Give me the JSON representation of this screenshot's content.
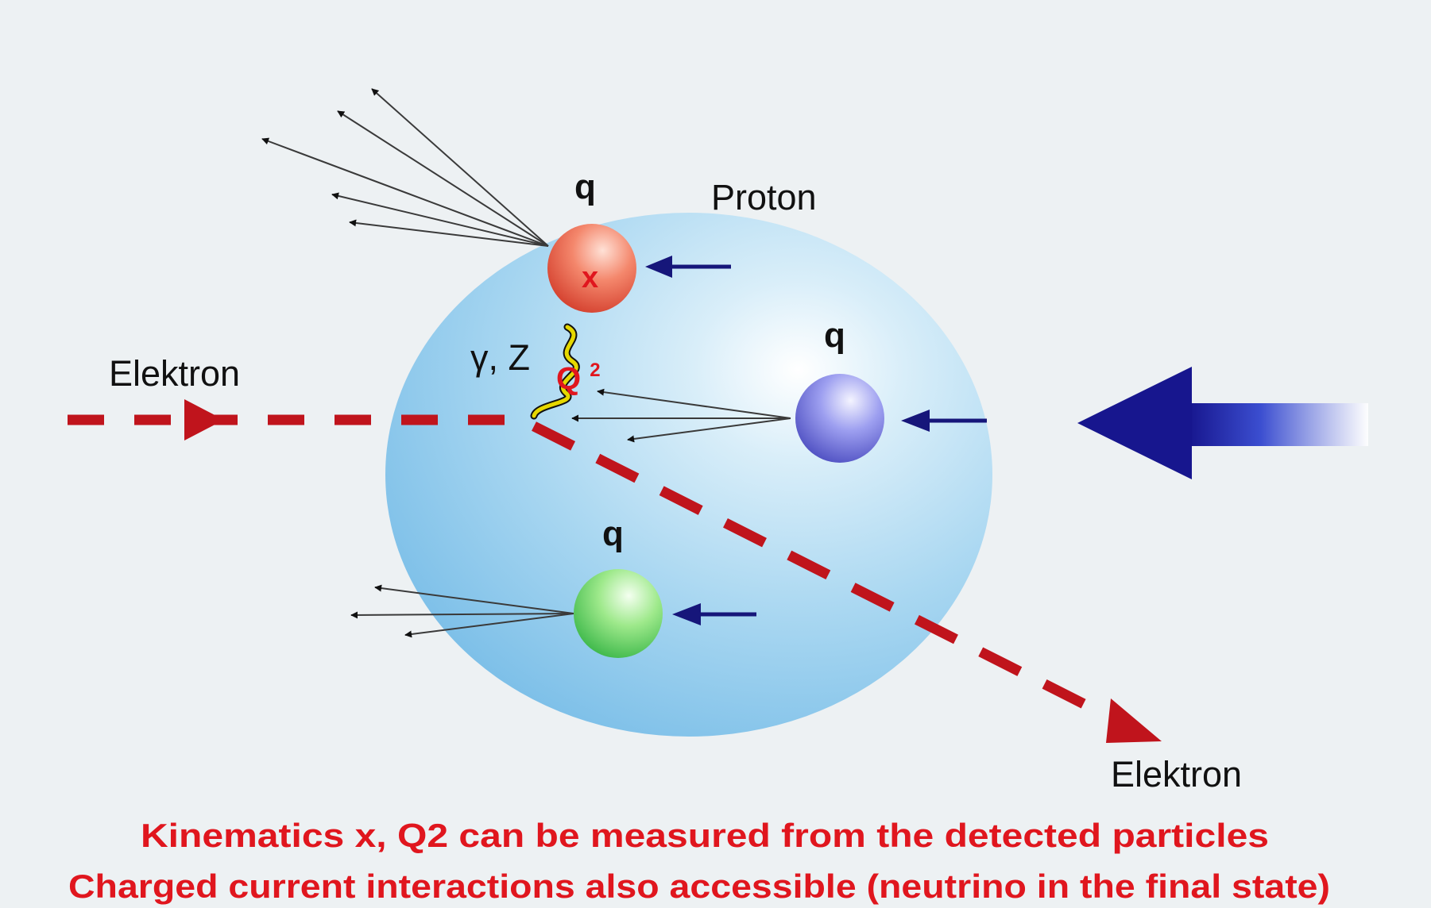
{
  "colors": {
    "background": "#edf1f3",
    "electron_path": "#c0141c",
    "caption_text": "#e0161e",
    "quark_arrow": "#16167a",
    "boson_line": "#e6d800",
    "proton_beam_arrow": "#17168e"
  },
  "labels": {
    "proton": "Proton",
    "electron_in": "Elektron",
    "electron_out": "Elektron",
    "boson": "γ, Z",
    "momentum_fraction": "x",
    "q_squared_base": "Q",
    "q_squared_sup": "2",
    "quark_top": "q",
    "quark_middle": "q",
    "quark_bottom": "q"
  },
  "caption": {
    "line1": "Kinematics x, Q2 can be measured from the detected particles",
    "line2": "Charged current interactions also accessible (neutrino in the final state)"
  },
  "icons": {
    "electron_direction": "arrow-right-icon",
    "proton_beam_direction": "arrow-left-icon",
    "scattered_electron_direction": "arrow-down-right-icon"
  }
}
